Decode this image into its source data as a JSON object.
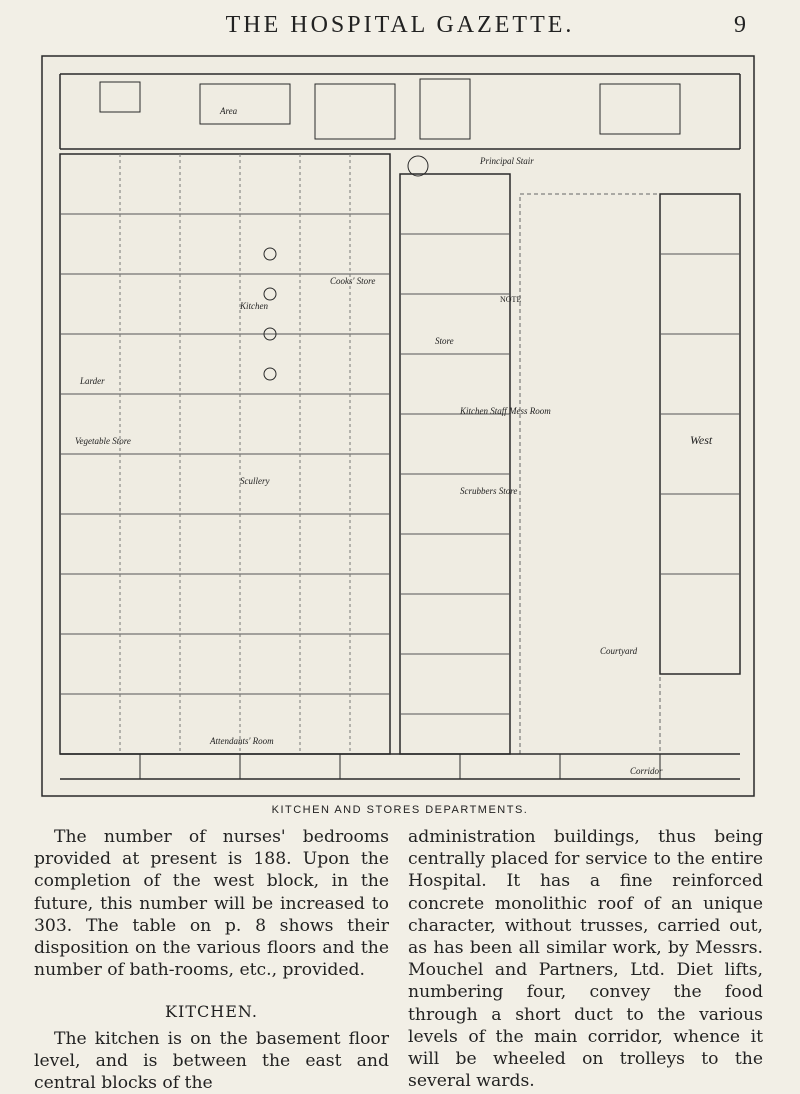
{
  "header": {
    "title": "THE HOSPITAL GAZETTE.",
    "page_number": "9"
  },
  "figure": {
    "caption": "KITCHEN AND STORES DEPARTMENTS.",
    "labels": [
      "Area",
      "Principal Stair",
      "Kitchen",
      "Scullery",
      "Store",
      "Kitchen Staff Mess Room",
      "Scrubbers Store",
      "Corridor",
      "Attendants' Room",
      "Courtyard",
      "Vegetable Store",
      "Larder",
      "Cooks' Store",
      "West",
      "NOTE"
    ]
  },
  "body": {
    "left": {
      "paragraph1": "The number of nurses' bedrooms provided at present is 188. Upon the completion of the west block, in the future, this number will be increased to 303. The table on p. 8 shows their disposition on the various floors and the number of bath-rooms, etc., provided.",
      "heading": "KITCHEN.",
      "paragraph2": "The kitchen is on the basement floor level, and is between the east and central blocks of the"
    },
    "right": {
      "paragraph1": "administration buildings, thus being centrally placed for service to the entire Hospital. It has a fine reinforced concrete monolithic roof of an unique character, without trusses, carried out, as has been all similar work, by Messrs. Mouchel and Partners, Ltd. Diet lifts, numbering four, convey the food through a short duct to the various levels of the main corridor, whence it will be wheeled on trolleys to the several wards."
    }
  }
}
